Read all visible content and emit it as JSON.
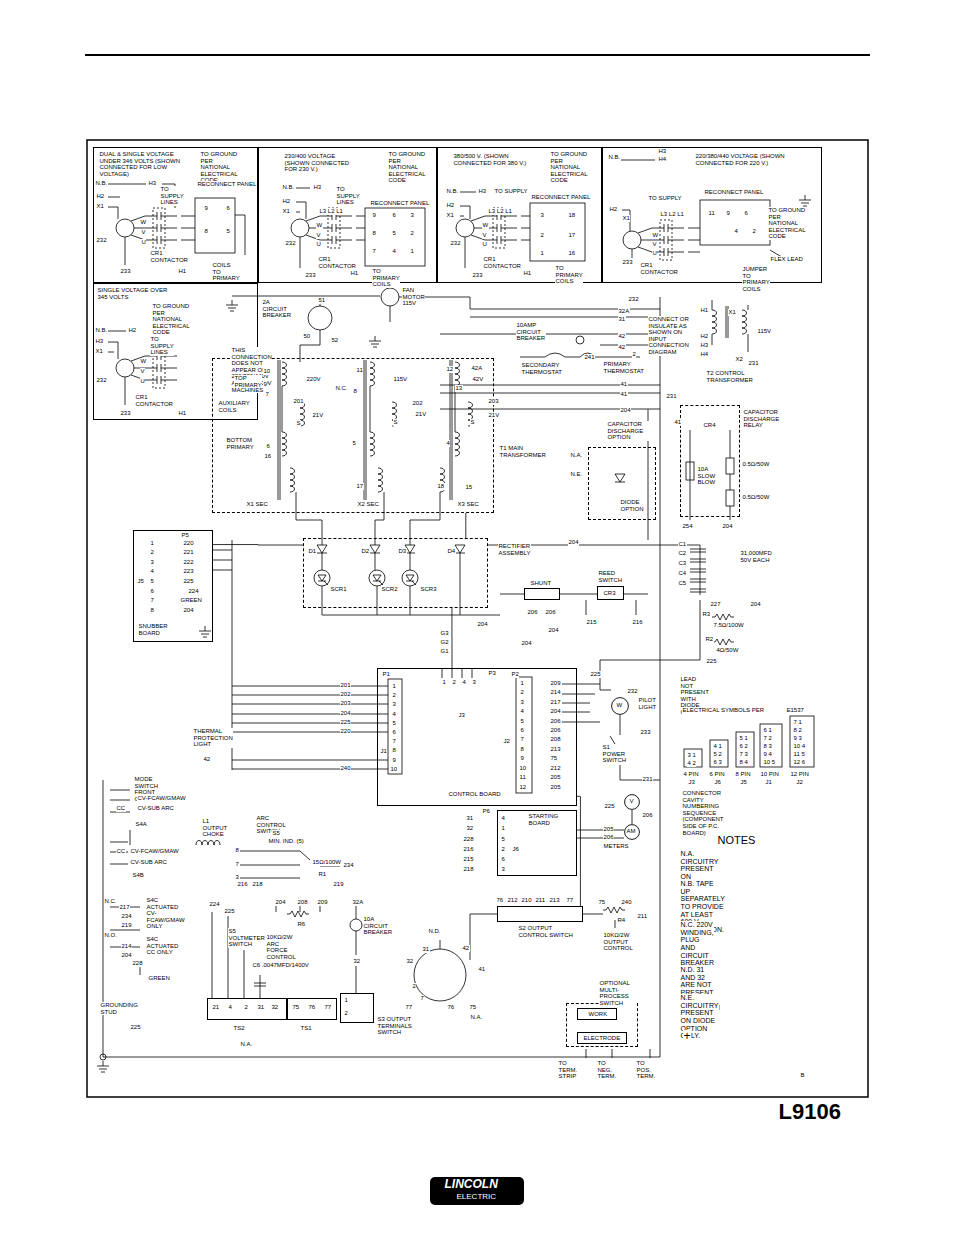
{
  "diagram": {
    "nodes": [
      {
        "text": [
          "DUAL & SINGLE VOLTAGE UNDER 346 VOLTS (SHOWN CONNECTED FOR LOW VOLTAGE)"
        ]
      },
      {
        "text": [
          "230/400 VOLTAGE (SHOWN CONNECTED FOR 230 V.)"
        ]
      },
      {
        "text": [
          "380/500 V. (SHOWN CONNECTED FOR 380 V.)"
        ]
      },
      {
        "text": [
          "220/380/440 VOLTAGE (SHOWN CONNECTED FOR 220 V.)"
        ]
      },
      {
        "text": [
          "SINGLE VOLTAGE OVER 345 VOLTS"
        ]
      },
      {
        "text": [
          "T1 MAIN TRANSFORMER"
        ]
      },
      {
        "text": [
          "CAPACITOR DISCHARGE OPTION"
        ]
      },
      {
        "text": [
          "CAPACITOR DISCHARGE RELAY",
          "CR4"
        ]
      },
      {
        "text": [
          "P5",
          "SNUBBER BOARD"
        ]
      },
      {
        "text": [
          "RECTIFIER ASSEMBLY"
        ]
      },
      {
        "text": [
          "SHUNT"
        ]
      },
      {
        "text": [
          "REED SWITCH",
          "CR3"
        ]
      },
      {
        "text": [
          "CONTROL BOARD"
        ]
      },
      {
        "text": [
          "W",
          "PILOT LIGHT"
        ]
      },
      {
        "text": [
          "STARTING BOARD"
        ]
      },
      {
        "text": [
          "V"
        ]
      },
      {
        "text": [
          "AM"
        ]
      },
      {
        "text": [
          "S2 OUTPUT CONTROL SWITCH"
        ]
      },
      {
        "text": [
          "TS2"
        ]
      },
      {
        "text": [
          "TS1"
        ]
      },
      {
        "text": [
          "S3 OUTPUT TERMINALS SWITCH"
        ]
      },
      {
        "text": [
          "OPTIONAL MULTI-PROCESS SWITCH"
        ]
      },
      {
        "text": [
          "WORK"
        ],
        "in": 21
      },
      {
        "text": [
          "ELECTRODE"
        ],
        "in": 21
      },
      {
        "text": [
          "LINCOLN",
          "ELECTRIC"
        ]
      }
    ],
    "edges": [
      {
        "from": 8,
        "to": 9,
        "arrow": "none"
      },
      {
        "from": 5,
        "to": 9,
        "arrow": "none"
      },
      {
        "from": 9,
        "to": 12,
        "arrow": "none"
      },
      {
        "from": 17,
        "to": 12,
        "arrow": "none"
      },
      {
        "from": 15,
        "to": 16,
        "arrow": "none"
      }
    ],
    "labels": [
      "TO GROUND PER NATIONAL ELECTRICAL CODE",
      "N.B.",
      "H3",
      "H2",
      "X1",
      "TO SUPPLY LINES",
      "RECONNECT PANEL",
      "W",
      "V",
      "U",
      "232",
      "CR1 CONTACTOR",
      "233",
      "H1",
      "COILS TO PRIMARY",
      "9",
      "6",
      "8",
      "5",
      "TO GROUND PER NATIONAL ELECTRICAL CODE",
      "N.B.",
      "H3",
      "TO SUPPLY LINES",
      "RECONNECT PANEL",
      "H2",
      "X1",
      "L3 L2 L1",
      "W",
      "V",
      "U",
      "232",
      "CR1 CONTACTOR",
      "233",
      "H1",
      "TO PRIMARY COILS",
      "9",
      "6",
      "3",
      "8",
      "5",
      "2",
      "7",
      "4",
      "1",
      "TO GROUND PER NATIONAL ELECTRICAL CODE",
      "N.B.",
      "H3",
      "TO SUPPLY",
      "RECONNECT PANEL",
      "H2",
      "X1",
      "L3 L2 L1",
      "W",
      "V",
      "U",
      "232",
      "CR1 CONTACTOR",
      "233",
      "H1",
      "TO PRIMARY COILS",
      "3",
      "18",
      "2",
      "17",
      "1",
      "16",
      "N.B.",
      "H3",
      "H4",
      "TO SUPPLY",
      "RECONNECT PANEL",
      "TO GROUND PER NATIONAL ELECTRICAL CODE",
      "H2",
      "X1",
      "L3 L2 L1",
      "W",
      "V",
      "U",
      "233",
      "CR1 CONTACTOR",
      "FLEX LEAD",
      "JUMPER TO PRIMARY COILS",
      "11",
      "9",
      "6",
      "4",
      "2",
      "TO GROUND PER NATIONAL ELECTRICAL CODE",
      "N.B.",
      "H2",
      "TO SUPPLY LINES",
      "H3",
      "X1",
      "W",
      "V",
      "U",
      "232",
      "CR1 CONTACTOR",
      "233",
      "H1",
      "2A CIRCUIT BREAKER",
      "51",
      "50",
      "52",
      "FAN MOTOR 115V",
      "THIS CONNECTION DOES NOT APPEAR ON 220/380/440V AND 230/400V MACHINES",
      "10",
      "TOP PRIMARY",
      "9",
      "7",
      "220V",
      "N.C.",
      "8",
      "11",
      "115V",
      "12",
      "42A",
      "42V",
      "13",
      "AUXILIARY COILS",
      "201",
      "S",
      "21V",
      "202",
      "S",
      "21V",
      "203",
      "S",
      "21V",
      "BOTTOM PRIMARY",
      "6",
      "16",
      "5",
      "4",
      "17",
      "18",
      "15",
      "X1 SEC",
      "X2 SEC",
      "X3 SEC",
      "232",
      "32A",
      "31",
      "10AMP CIRCUIT BREAKER",
      "42",
      "42",
      "SECONDARY THERMOSTAT",
      "241",
      "2",
      "PRIMARY THERMOSTAT",
      "41",
      "41",
      "204",
      "231",
      "H1",
      "X1",
      "115V",
      "CONNECT OR INSULATE AS SHOWN ON INPUT CONNECTION DIAGRAM",
      "H2",
      "H3",
      "H4",
      "X2",
      "231",
      "T2 CONTROL TRANSFORMER",
      "41",
      "10A SLOW BLOW",
      "0.5Ω/50W",
      "0.5Ω/50W",
      "254",
      "204",
      "N.A.",
      "N.E.",
      "DIODE OPTION",
      "204",
      "C1",
      "C2",
      "C3",
      "C4",
      "C5",
      "31,000MFD 50V EACH",
      "227",
      "204",
      "R3",
      "7.5Ω/100W",
      "R2",
      "4Ω/50W",
      "225",
      "J5",
      "1",
      "2",
      "3",
      "4",
      "5",
      "6",
      "7",
      "8",
      "220",
      "221",
      "222",
      "223",
      "225",
      "224",
      "GREEN",
      "204",
      "D1",
      "D2",
      "D3",
      "D4",
      "SCR1",
      "SCR2",
      "SCR3",
      "206",
      "206",
      "215",
      "216",
      "204",
      "204",
      "204",
      "G3",
      "G2",
      "G1",
      "P3",
      "1",
      "2",
      "4",
      "3",
      "J3",
      "P1",
      "1",
      "2",
      "3",
      "4",
      "5",
      "6",
      "7",
      "8",
      "9",
      "10",
      "201",
      "202",
      "203",
      "204",
      "225",
      "220",
      "42",
      "240",
      "THERMAL PROTECTION LIGHT",
      "J1",
      "P2",
      "1",
      "2",
      "3",
      "4",
      "5",
      "6",
      "7",
      "8",
      "9",
      "10",
      "11",
      "12",
      "209",
      "214",
      "217",
      "204",
      "206",
      "206",
      "208",
      "213",
      "75",
      "212",
      "205",
      "205",
      "J2",
      "225",
      "232",
      "233",
      "S1 POWER SWITCH",
      "231",
      "LEAD NOT PRESENT WITH DIODE OPTION",
      "ELECTRICAL SYMBOLS PER",
      "E1537",
      "3 1",
      "4 2",
      "4 1",
      "5 2",
      "6 3",
      "5 1",
      "6 2",
      "7 3",
      "8 4",
      "6 1",
      "7 2",
      "8 3",
      "9 4",
      "10 5",
      "7 1",
      "8 2",
      "9 3",
      "10 4",
      "11 5",
      "12 6",
      "4 PIN",
      "J3",
      "6 PIN",
      "J6",
      "8 PIN",
      "J5",
      "10 PIN",
      "J1",
      "12 PIN",
      "J2",
      "CONNECTOR CAVITY NUMBERING SEQUENCE (COMPONENT SIDE OF P.C. BOARD)",
      "NOTES",
      "N.A. CIRCUITRY PRESENT ON CAPACITOR DISCHARGE ONLY.",
      "N.B. TAPE UP SEPARATELY TO PROVIDE AT LEAST 600 V INSULATION.",
      "N.C. 220V WINDING, PLUG AND CIRCUIT BREAKER ARE PRESENT ONLY ON 50/60 HERTZ WELDER.",
      "N.D. 31 AND 32 ARE NOT PRESENT ON EUROPEAN MODELS.",
      "N.E. CIRCUITRY PRESENT ON DIODE OPTION ONLY.",
      "MODE SWITCH FRONT GANG",
      "CV-FCAW/GMAW",
      "CC",
      "CV-SUB ARC",
      "S4A",
      "L1 OUTPUT CHOKE",
      "ARC CONTROL SWITCH",
      "S5",
      "MIN. IND. (5)",
      "8",
      "7",
      "3",
      "15Ω/100W",
      "234",
      "R1",
      "216",
      "218",
      "219",
      "CC",
      "CV-FCAW/GMAW",
      "CV-SUB ARC",
      "S4B",
      "N.C.",
      "217",
      "S4C ACTUATED CV-FCAW/GMAW ONLY",
      "234",
      "219",
      "N.O.",
      "214",
      "204",
      "S4C ACTUATED CC ONLY",
      "228",
      "GREEN",
      "GROUNDING STUD",
      "225",
      "224",
      "225",
      "204",
      "208",
      "209",
      "32A",
      "R6",
      "10A CIRCUIT BREAKER",
      "S5 VOLTMETER SWITCH",
      "10KΩ/2W ARC FORCE CONTROL",
      "32",
      "C6 .0047MFD/1400V",
      "21",
      "4",
      "2",
      "31",
      "32",
      "75",
      "76",
      "77",
      "1",
      "2",
      "N.A.",
      "76",
      "212",
      "210",
      "211",
      "213",
      "77",
      "75",
      "240",
      "211",
      "R4",
      "10KΩ/2W OUTPUT CONTROL",
      "N.D.",
      "31",
      "42",
      "32",
      "41",
      "2",
      "7",
      "77",
      "76",
      "75",
      "N.A.",
      "31",
      "32",
      "228",
      "216",
      "215",
      "218",
      "P6",
      "4",
      "1",
      "5",
      "2",
      "6",
      "3",
      "J6",
      "225",
      "206",
      "205",
      "206",
      "METERS",
      "TO TERM. STRIP",
      "TO NEG. TERM.",
      "TO POS. TERM.",
      "+",
      "B",
      "L9106"
    ]
  }
}
